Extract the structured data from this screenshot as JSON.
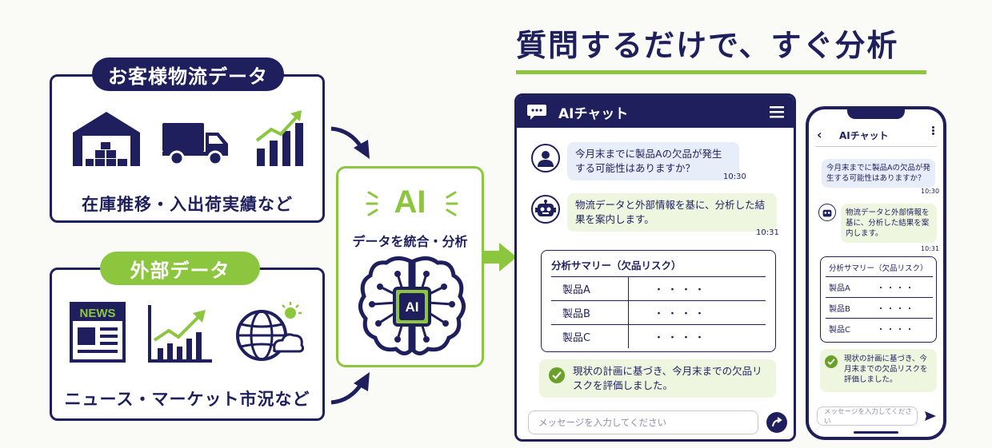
{
  "title": "質問するだけで、すぐ分析",
  "customer_data": {
    "pill": "お客様物流データ",
    "caption": "在庫推移・入出荷実績など",
    "icons": [
      "warehouse-icon",
      "truck-icon",
      "growth-chart-icon"
    ]
  },
  "external_data": {
    "pill": "外部データ",
    "caption": "ニュース・マーケット市況など",
    "news_label": "NEWS",
    "icons": [
      "newspaper-icon",
      "market-chart-icon",
      "globe-weather-icon"
    ]
  },
  "ai": {
    "label": "AI",
    "caption": "データを統合・分析",
    "chip_label": "AI"
  },
  "chat": {
    "header": "AIチャット",
    "user_message": "今月末までに製品Aの欠品が発生する可能性はありますか？",
    "user_time": "10:30",
    "bot_message": "物流データと外部情報を基に、分析した結果を案内します。",
    "bot_time": "10:31",
    "summary_title": "分析サマリー（欠品リスク）",
    "summary_rows": [
      {
        "label": "製品A",
        "value": "・・・・"
      },
      {
        "label": "製品B",
        "value": "・・・・"
      },
      {
        "label": "製品C",
        "value": "・・・・"
      }
    ],
    "result": "現状の計画に基づき、今月末までの欠品リスクを評価しました。",
    "input_placeholder": "メッセージを入力してください"
  },
  "colors": {
    "navy": "#1f1f5e",
    "green": "#8cc63f",
    "light_blue": "#e7eef9",
    "light_green": "#eef6e0"
  }
}
